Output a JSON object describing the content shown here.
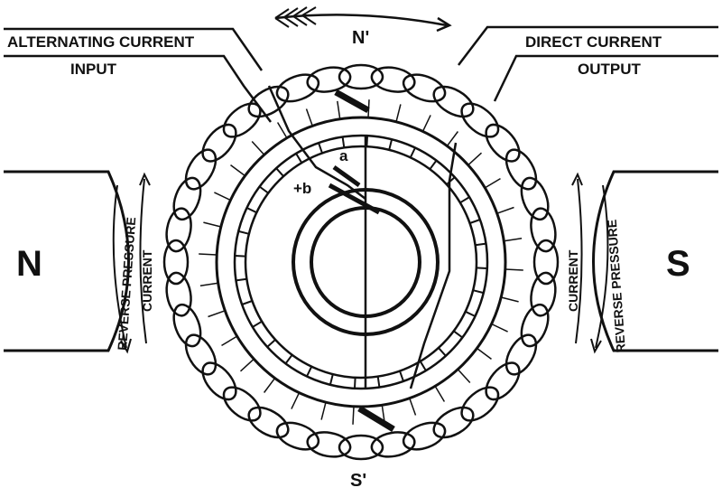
{
  "labels": {
    "ac_line1": "ALTERNATING CURRENT",
    "ac_line2": "INPUT",
    "dc_line1": "DIRECT CURRENT",
    "dc_line2": "OUTPUT",
    "top_pole": "N'",
    "bottom_pole": "S'",
    "left_pole": "N",
    "right_pole": "S",
    "left_reverse": "REVERSE PRESSURE",
    "left_current": "CURRENT",
    "right_reverse": "REVERSE PRESSURE",
    "right_current": "CURRENT",
    "tap_a": "a",
    "tap_b": "+b"
  },
  "diagram": {
    "outer_coil_loops": 36,
    "commutator_segments": 32,
    "ink_color": "#111111",
    "background": "#ffffff"
  }
}
